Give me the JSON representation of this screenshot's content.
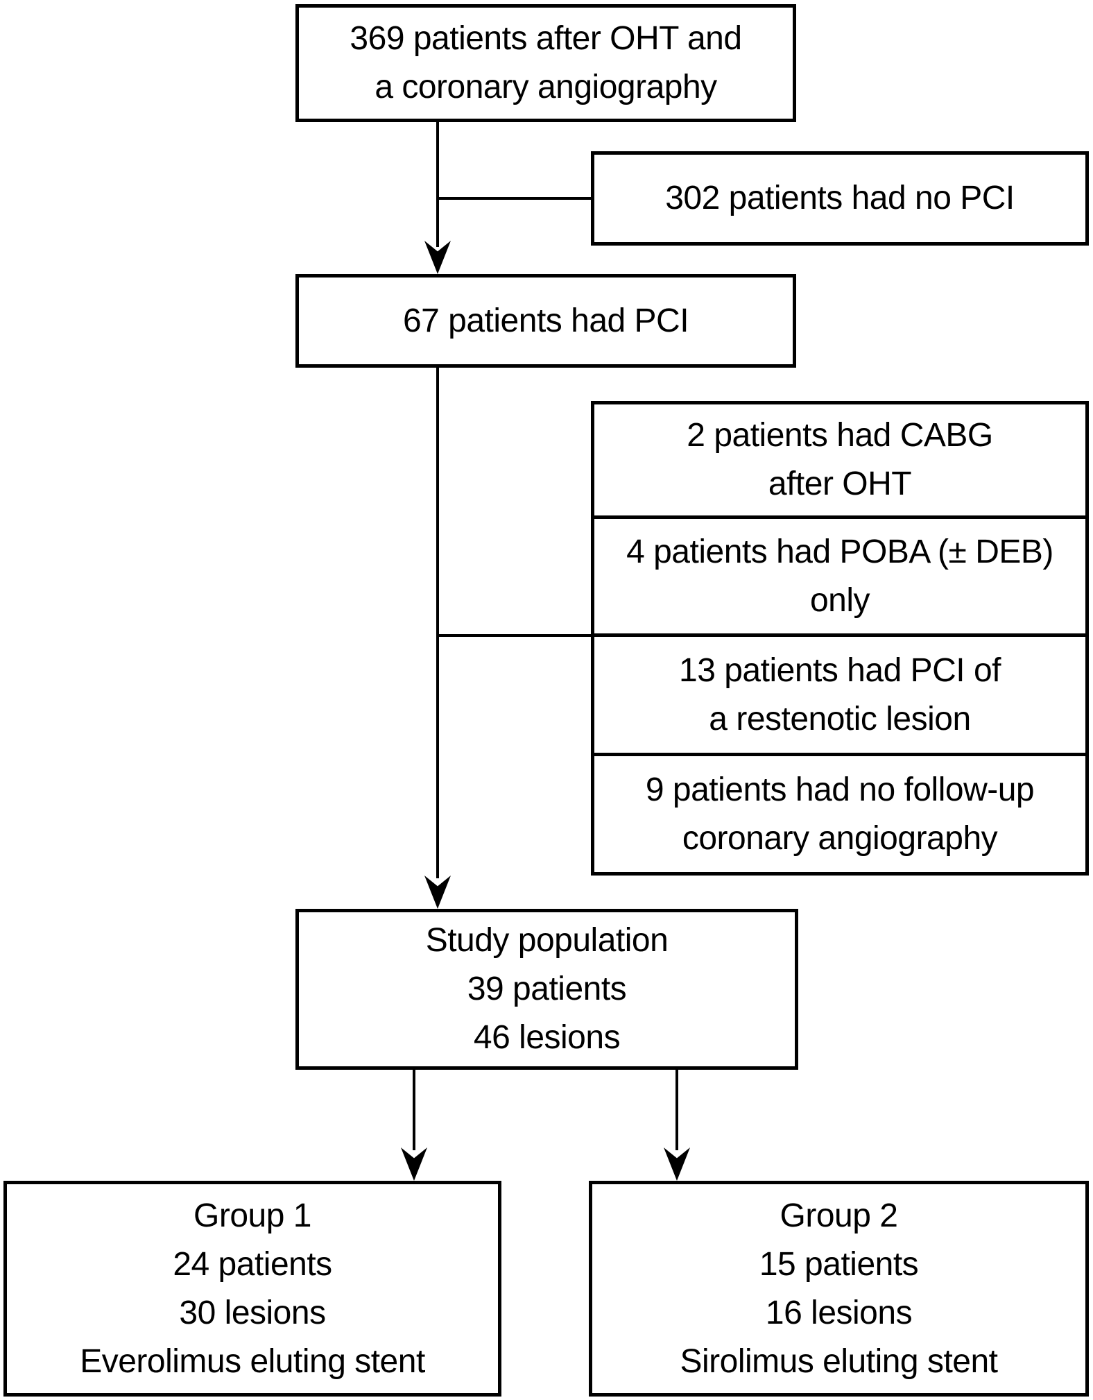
{
  "colors": {
    "line": "#000000",
    "background": "#ffffff",
    "text": "#000000"
  },
  "flowchart": {
    "nodes": {
      "initial": {
        "lines": [
          "369 patients after OHT and",
          "a coronary angiography"
        ]
      },
      "no_pci": {
        "lines": [
          "302 patients had no PCI"
        ]
      },
      "had_pci": {
        "lines": [
          "67 patients had PCI"
        ]
      },
      "exclusions": [
        {
          "lines": [
            "2 patients had CABG",
            "after OHT"
          ]
        },
        {
          "lines": [
            "4 patients had POBA (± DEB)",
            "only"
          ]
        },
        {
          "lines": [
            "13 patients had PCI of",
            "a restenotic lesion"
          ]
        },
        {
          "lines": [
            "9 patients had no follow-up",
            "coronary angiography"
          ]
        }
      ],
      "study_population": {
        "lines": [
          "Study population",
          "39 patients",
          "46 lesions"
        ]
      },
      "group1": {
        "lines": [
          "Group 1",
          "24 patients",
          "30 lesions",
          "Everolimus eluting stent"
        ]
      },
      "group2": {
        "lines": [
          "Group 2",
          "15 patients",
          "16 lesions",
          "Sirolimus eluting stent"
        ]
      }
    }
  }
}
